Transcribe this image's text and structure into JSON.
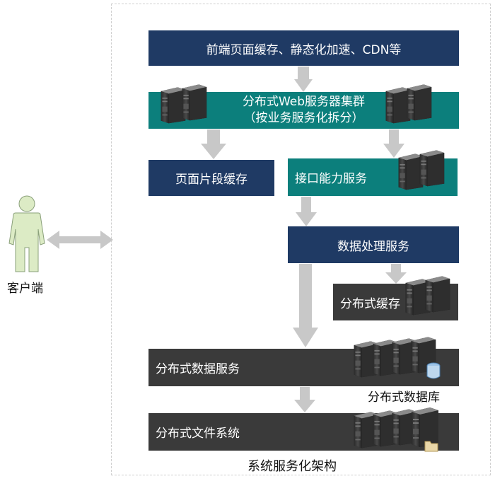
{
  "title": "系统服务化架构",
  "client": {
    "label": "客户端"
  },
  "layers": {
    "cdn": "前端页面缓存、静态化加速、CDN等",
    "web_cluster_line1": "分布式Web服务器集群",
    "web_cluster_line2": "（按业务服务化拆分）",
    "page_cache": "页面片段缓存",
    "api_service": "接口能力服务",
    "data_processing": "数据处理服务",
    "dist_cache": "分布式缓存",
    "dist_data": "分布式数据服务",
    "dist_db": "分布式数据库",
    "dist_fs": "分布式文件系统"
  },
  "colors": {
    "navy": "#1f3a64",
    "teal": "#0c7f7c",
    "dark": "#3a3a3a",
    "arrow": "#c8c8c8",
    "person": "#dcebc5"
  }
}
